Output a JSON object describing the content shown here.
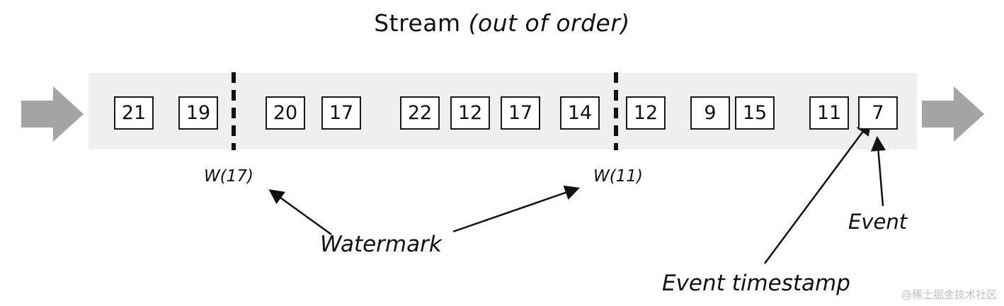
{
  "title": {
    "main": "Stream",
    "sub": "(out of order)"
  },
  "stream": {
    "events": [
      "21",
      "19",
      "20",
      "17",
      "22",
      "12",
      "17",
      "14",
      "12",
      "9",
      "15",
      "11",
      "7"
    ],
    "watermarks": [
      {
        "label": "W(17)"
      },
      {
        "label": "W(11)"
      }
    ]
  },
  "annotations": {
    "watermark": "Watermark",
    "event": "Event",
    "event_timestamp": "Event timestamp"
  },
  "footer": {
    "site_watermark": "@稀土掘金技术社区"
  },
  "colors": {
    "stream_band": "#efefef",
    "flow_arrow": "#a4a4a4",
    "event_box_border": "#1a1a1a",
    "annotation_arrow": "#111111",
    "site_watermark_text": "#c0c0c0"
  }
}
